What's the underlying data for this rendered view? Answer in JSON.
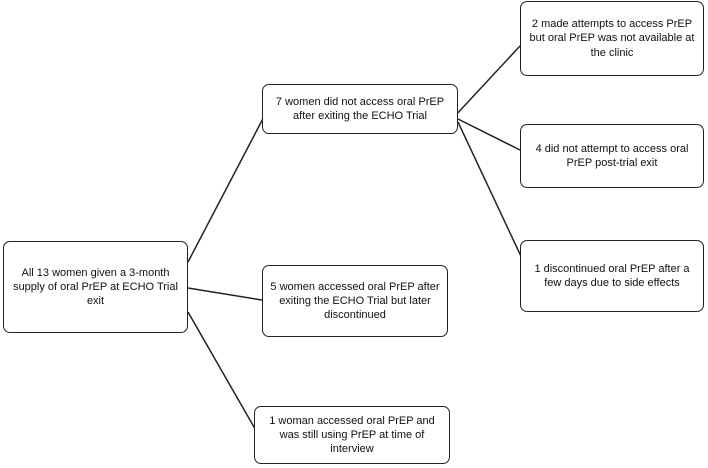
{
  "diagram": {
    "nodes": [
      {
        "id": "root",
        "text": "All 13 women given a 3-month supply of oral PrEP at ECHO Trial exit"
      },
      {
        "id": "a",
        "text": "7 women did not access oral PrEP after exiting the ECHO Trial"
      },
      {
        "id": "b",
        "text": "5 women accessed oral PrEP after exiting the ECHO Trial but later discontinued"
      },
      {
        "id": "c",
        "text": "1 woman accessed oral PrEP and was still using PrEP at time of interview"
      },
      {
        "id": "a1",
        "text": "2 made attempts to access PrEP but oral PrEP was not available at the clinic"
      },
      {
        "id": "a2",
        "text": "4 did not attempt to access oral PrEP post-trial exit"
      },
      {
        "id": "a3",
        "text": "1 discontinued oral PrEP after a few days due to side effects"
      }
    ],
    "edges": [
      {
        "from": "root",
        "to": "a"
      },
      {
        "from": "root",
        "to": "b"
      },
      {
        "from": "root",
        "to": "c"
      },
      {
        "from": "a",
        "to": "a1"
      },
      {
        "from": "a",
        "to": "a2"
      },
      {
        "from": "a",
        "to": "a3"
      }
    ],
    "line_color": "#222222",
    "border_color": "#222222"
  }
}
